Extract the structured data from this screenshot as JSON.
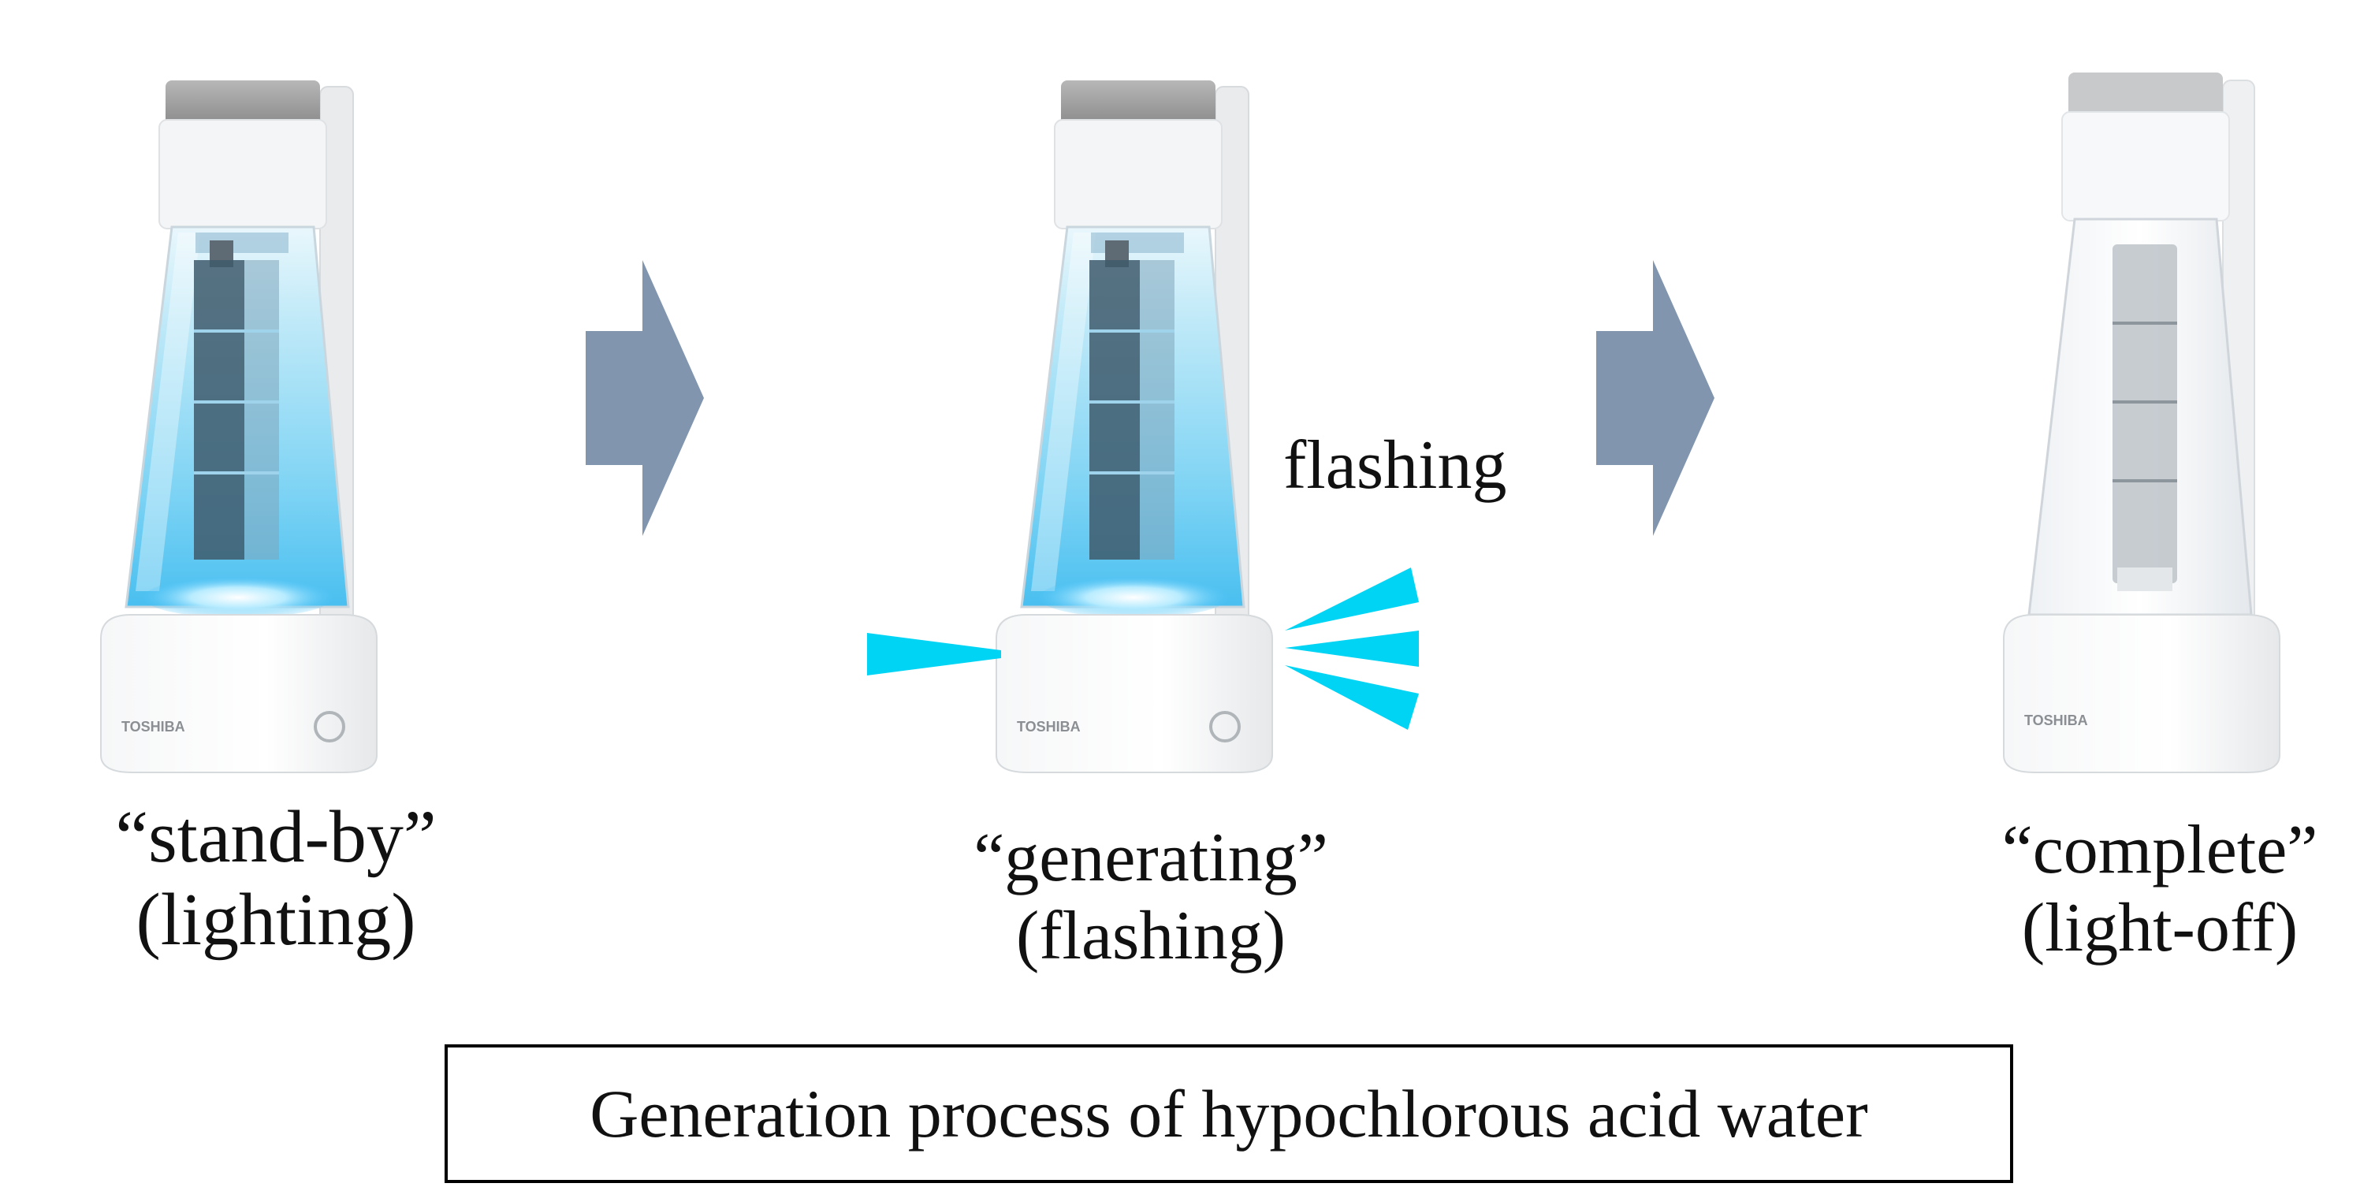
{
  "stages": [
    {
      "id": "standby",
      "state": "“stand-by”",
      "mode": "(lighting)",
      "lit": true
    },
    {
      "id": "generating",
      "state": "“generating”",
      "mode": "(flashing)",
      "lit": true
    },
    {
      "id": "complete",
      "state": "“complete”",
      "mode": "(light-off)",
      "lit": false
    }
  ],
  "flash_label": "flashing",
  "brand": "TOSHIBA",
  "title": "Generation process of hypochlorous acid water",
  "colors": {
    "arrow": "#8295AE",
    "flash_rays": "#00D4F5",
    "glow": "#4FC3F7",
    "body": "#F2F3F5",
    "cap": "#9B9B9B"
  },
  "icons": {
    "arrow": "block-arrow-right-icon",
    "rays": "flash-rays-icon",
    "device": "water-generator-icon"
  }
}
